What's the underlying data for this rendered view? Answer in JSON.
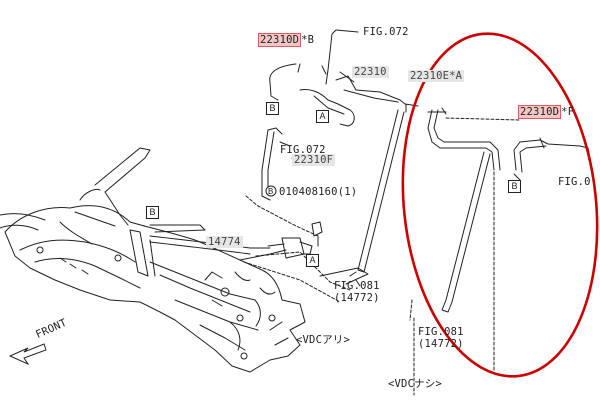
{
  "labels": {
    "part_22310D_B": "22310D",
    "part_22310D_B_suffix": "*B",
    "fig072_top": "FIG.072",
    "part_22310": "22310",
    "part_22310E_A": "22310E*A",
    "part_22310D_right": "22310D",
    "part_22310D_right_suffix": "*F",
    "fig072_left": "FIG.072",
    "part_22310F": "22310F",
    "bolt": "010408160(1)",
    "part_14774": "14774",
    "fig_right": "FIG.0",
    "fig081_a": "FIG.081",
    "num14772_a": "(14772)",
    "vdc_ari": "<VDCアリ>",
    "fig081_b": "FIG.081",
    "num14772_b": "(14772)",
    "vdc_nashi": "<VDCナシ>",
    "front": "FRONT"
  },
  "markers": {
    "B1": "B",
    "A1": "A",
    "B2": "B",
    "B3": "B",
    "A2": "A",
    "circleB": "B"
  },
  "colors": {
    "highlight_fill": "#f3c6c6",
    "highlight_border": "#e05a5a",
    "ellipse": "#cc0000",
    "line": "#222222"
  }
}
